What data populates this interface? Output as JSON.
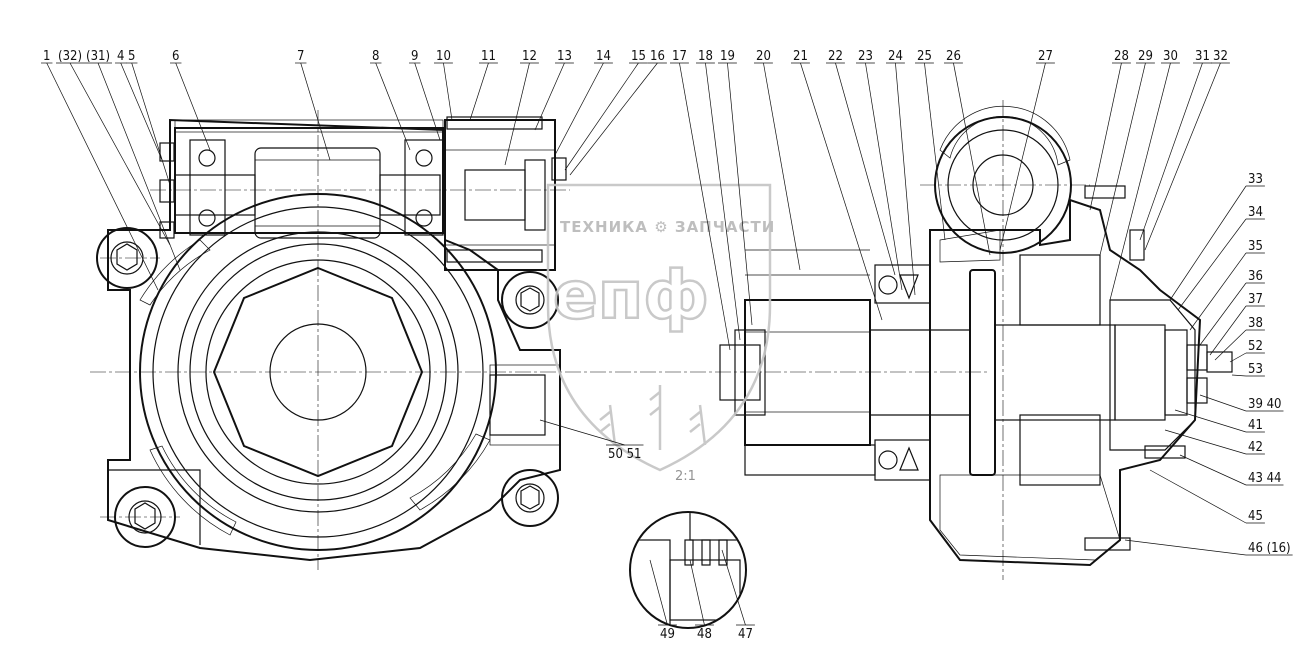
{
  "watermark": {
    "brand": "ТЕХНИКА ⚙ ЗАПЧАСТИ",
    "logo": "епф",
    "scale": "2:1"
  },
  "callouts": [
    {
      "id": "c1",
      "label": "1"
    },
    {
      "id": "c32a",
      "label": "(32)"
    },
    {
      "id": "c31a",
      "label": "(31)"
    },
    {
      "id": "c4",
      "label": "4"
    },
    {
      "id": "c5",
      "label": "5"
    },
    {
      "id": "c6",
      "label": "6"
    },
    {
      "id": "c7",
      "label": "7"
    },
    {
      "id": "c8",
      "label": "8"
    },
    {
      "id": "c9",
      "label": "9"
    },
    {
      "id": "c10",
      "label": "10"
    },
    {
      "id": "c11",
      "label": "11"
    },
    {
      "id": "c12",
      "label": "12"
    },
    {
      "id": "c13",
      "label": "13"
    },
    {
      "id": "c14",
      "label": "14"
    },
    {
      "id": "c15",
      "label": "15"
    },
    {
      "id": "c16",
      "label": "16"
    },
    {
      "id": "c17",
      "label": "17"
    },
    {
      "id": "c18",
      "label": "18"
    },
    {
      "id": "c19",
      "label": "19"
    },
    {
      "id": "c20",
      "label": "20"
    },
    {
      "id": "c21",
      "label": "21"
    },
    {
      "id": "c22",
      "label": "22"
    },
    {
      "id": "c23",
      "label": "23"
    },
    {
      "id": "c24",
      "label": "24"
    },
    {
      "id": "c25",
      "label": "25"
    },
    {
      "id": "c26",
      "label": "26"
    },
    {
      "id": "c27",
      "label": "27"
    },
    {
      "id": "c28",
      "label": "28"
    },
    {
      "id": "c29",
      "label": "29"
    },
    {
      "id": "c30",
      "label": "30"
    },
    {
      "id": "c31",
      "label": "31"
    },
    {
      "id": "c32",
      "label": "32"
    },
    {
      "id": "c33",
      "label": "33"
    },
    {
      "id": "c34",
      "label": "34"
    },
    {
      "id": "c35",
      "label": "35"
    },
    {
      "id": "c36",
      "label": "36"
    },
    {
      "id": "c37",
      "label": "37"
    },
    {
      "id": "c38",
      "label": "38"
    },
    {
      "id": "c52",
      "label": "52"
    },
    {
      "id": "c53",
      "label": "53"
    },
    {
      "id": "c3940",
      "label": "39 40"
    },
    {
      "id": "c41",
      "label": "41"
    },
    {
      "id": "c42",
      "label": "42"
    },
    {
      "id": "c4344",
      "label": "43 44"
    },
    {
      "id": "c45",
      "label": "45"
    },
    {
      "id": "c46",
      "label": "46 (16)"
    },
    {
      "id": "c5051",
      "label": "50 51"
    },
    {
      "id": "c49",
      "label": "49"
    },
    {
      "id": "c48",
      "label": "48"
    },
    {
      "id": "c47",
      "label": "47"
    }
  ]
}
